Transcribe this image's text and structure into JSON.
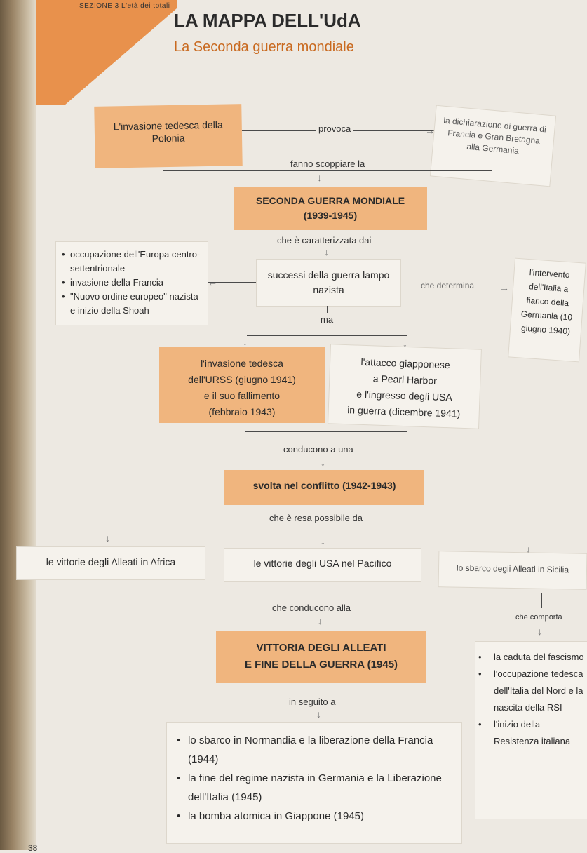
{
  "header": {
    "section": "SEZIONE 3 L'età dei totali",
    "title": "LA MAPPA DELL'UdA",
    "subtitle": "La Seconda guerra mondiale"
  },
  "nodes": {
    "invasione_polonia": "L'invasione tedesca della Polonia",
    "dichiarazione": "la dichiarazione di guerra di Francia e Gran Bretagna alla Germania",
    "seconda_guerra": [
      "SECONDA GUERRA MONDIALE",
      "(1939-1945)"
    ],
    "occupazione_list": [
      "occupazione dell'Europa centro-settentrionale",
      "invasione della Francia",
      "\"Nuovo ordine europeo\" nazista e inizio della Shoah"
    ],
    "successi": "successi della guerra lampo nazista",
    "intervento_italia": "l'intervento dell'Italia a fianco della Germania (10 giugno 1940)",
    "invasione_urss": [
      "l'invasione tedesca",
      "dell'URSS (giugno 1941)",
      "e il suo fallimento",
      "(febbraio 1943)"
    ],
    "attacco_giapponese": [
      "l'attacco giapponese",
      "a Pearl Harbor",
      "e l'ingresso degli USA",
      "in guerra (dicembre 1941)"
    ],
    "svolta": "svolta nel conflitto (1942-1943)",
    "vittorie_africa": "le vittorie degli Alleati in Africa",
    "vittorie_pacifico": "le vittorie degli USA nel Pacifico",
    "sbarco_sicilia": "lo sbarco degli Alleati in Sicilia",
    "vittoria_alleati": [
      "VITTORIA DEGLI ALLEATI",
      "E FINE DELLA GUERRA (1945)"
    ],
    "conseguenze_italia": [
      "la caduta del fascismo",
      "l'occupazione tedesca dell'Italia del Nord e la nascita della RSI",
      "l'inizio della Resistenza italiana"
    ],
    "eventi_finali": [
      "lo sbarco in Normandia e la liberazione della Francia (1944)",
      "la fine del regime nazista in Germania e la Liberazione dell'Italia (1945)",
      "la bomba atomica in Giappone (1945)"
    ]
  },
  "connectors": {
    "provoca": "provoca",
    "fanno_scoppiare": "fanno scoppiare la",
    "caratterizzata": "che è caratterizzata dai",
    "determina": "che determina",
    "ma": "ma",
    "conducono_una": "conducono a una",
    "resa_possibile": "che è resa possibile da",
    "conducono_alla": "che conducono alla",
    "comporta": "che comporta",
    "in_seguito": "in seguito a"
  },
  "footer": {
    "page_number": "38"
  },
  "colors": {
    "orange_box": "#f0b57e",
    "accent": "#e8914c",
    "subtitle": "#c96a20"
  }
}
